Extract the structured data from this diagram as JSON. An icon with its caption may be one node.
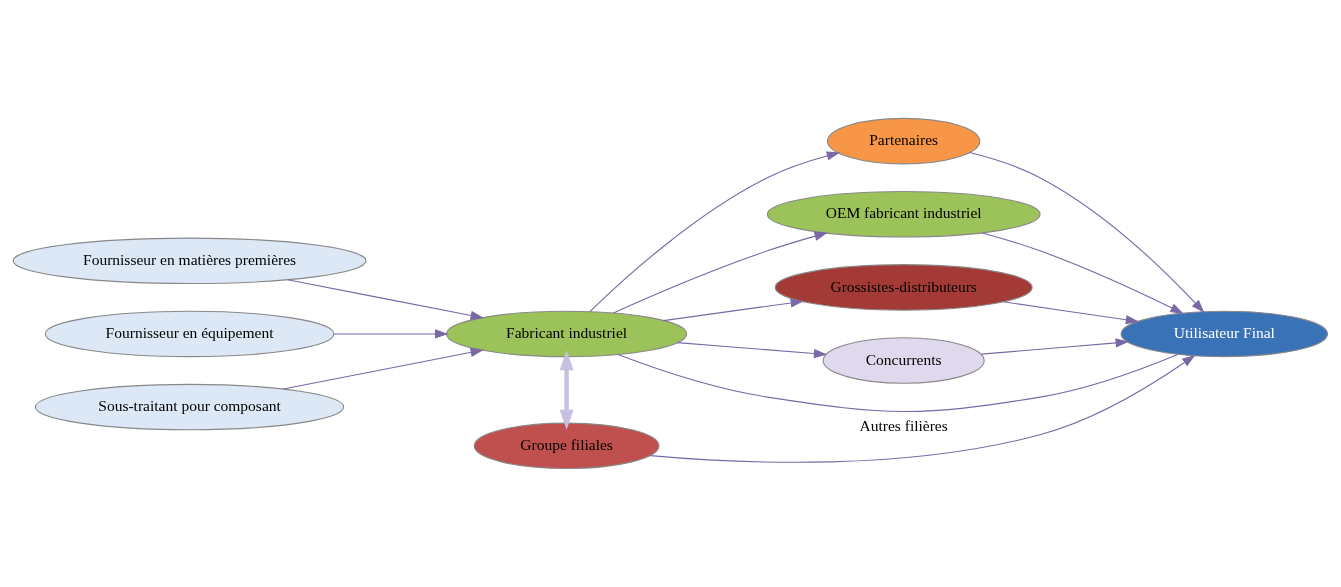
{
  "diagram": {
    "nodes": [
      {
        "text": [
          "Fournisseur en matières premières"
        ]
      },
      {
        "text": [
          "Fournisseur en équipement"
        ]
      },
      {
        "text": [
          "Sous-traitant pour composant"
        ]
      },
      {
        "text": [
          "Fabricant industriel"
        ]
      },
      {
        "text": [
          "Groupe filiales"
        ]
      },
      {
        "text": [
          "Partenaires"
        ]
      },
      {
        "text": [
          "OEM fabricant industriel"
        ]
      },
      {
        "text": [
          "Grossistes-distributeurs"
        ]
      },
      {
        "text": [
          "Concurrents"
        ]
      },
      {
        "text": [
          "Utilisateur Final"
        ]
      }
    ],
    "edges": [
      {
        "from": 0,
        "to": 3,
        "arrow": "to"
      },
      {
        "from": 1,
        "to": 3,
        "arrow": "to"
      },
      {
        "from": 2,
        "to": 3,
        "arrow": "to"
      },
      {
        "from": 3,
        "to": 4,
        "arrow": "both",
        "style": "thick",
        "color": "#c8c0e0"
      },
      {
        "from": 3,
        "to": 5,
        "arrow": "to"
      },
      {
        "from": 3,
        "to": 6,
        "arrow": "to"
      },
      {
        "from": 3,
        "to": 7,
        "arrow": "to"
      },
      {
        "from": 3,
        "to": 8,
        "arrow": "to"
      },
      {
        "from": 3,
        "to": 9,
        "arrow": "none"
      },
      {
        "from": 5,
        "to": 9,
        "arrow": "to"
      },
      {
        "from": 6,
        "to": 9,
        "arrow": "to"
      },
      {
        "from": 7,
        "to": 9,
        "arrow": "to"
      },
      {
        "from": 8,
        "to": 9,
        "arrow": "to"
      },
      {
        "from": 4,
        "to": 9,
        "arrow": "to",
        "label": "Autres filières"
      }
    ]
  }
}
